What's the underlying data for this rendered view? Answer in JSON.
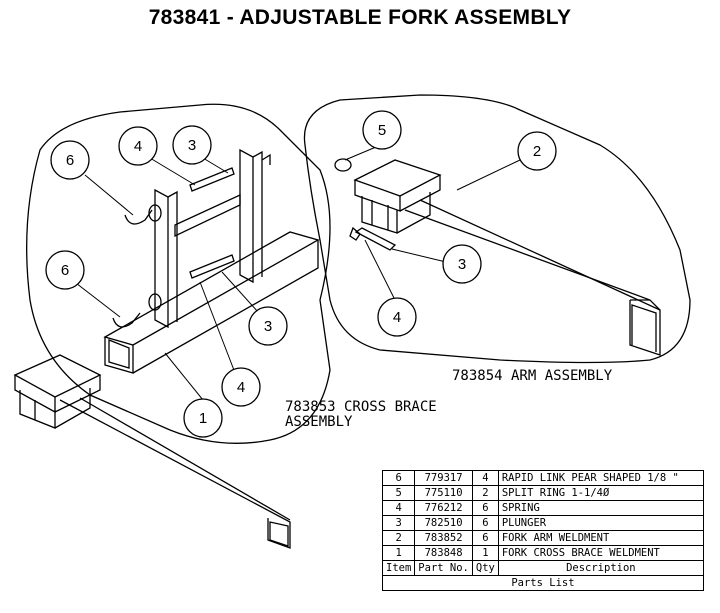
{
  "title": "783841 - ADJUSTABLE FORK ASSEMBLY",
  "labels": {
    "arm_assembly": "783854 ARM ASSEMBLY",
    "cross_brace_line1": "783853 CROSS BRACE",
    "cross_brace_line2": "ASSEMBLY"
  },
  "callouts": [
    "6",
    "4",
    "3",
    "6",
    "3",
    "4",
    "1",
    "5",
    "2",
    "3",
    "4"
  ],
  "parts_list": {
    "headers": [
      "Item",
      "Part No.",
      "Qty",
      "Description"
    ],
    "caption": "Parts List",
    "rows": [
      {
        "item": "6",
        "part": "779317",
        "qty": "4",
        "desc": "RAPID LINK PEAR SHAPED 1/8 \""
      },
      {
        "item": "5",
        "part": "775110",
        "qty": "2",
        "desc": "SPLIT RING 1-1/4Ø"
      },
      {
        "item": "4",
        "part": "776212",
        "qty": "6",
        "desc": "SPRING"
      },
      {
        "item": "3",
        "part": "782510",
        "qty": "6",
        "desc": "PLUNGER"
      },
      {
        "item": "2",
        "part": "783852",
        "qty": "6",
        "desc": "FORK ARM WELDMENT"
      },
      {
        "item": "1",
        "part": "783848",
        "qty": "1",
        "desc": "FORK CROSS BRACE WELDMENT"
      }
    ]
  }
}
